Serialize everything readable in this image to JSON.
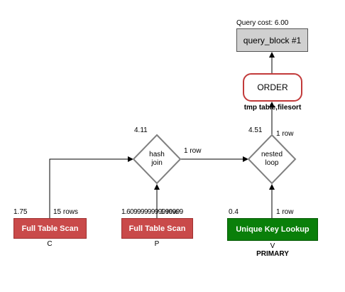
{
  "header": {
    "query_cost": "Query cost: 6.00"
  },
  "query_block": {
    "label": "query_block #1"
  },
  "order": {
    "label": "ORDER",
    "note": "tmp table,filesort"
  },
  "nested_loop": {
    "label_line1": "nested",
    "label_line2": "loop",
    "cost": "4.51",
    "rows_out": "1 row"
  },
  "hash_join": {
    "label_line1": "hash",
    "label_line2": "join",
    "cost": "4.11",
    "rows_out": "1 row"
  },
  "table_c": {
    "label": "Full Table Scan",
    "cost": "1.75",
    "rows": "15 rows",
    "table": "C"
  },
  "table_p": {
    "label": "Full Table Scan",
    "cost": "1.6099999999999999",
    "rows": "1 row",
    "table": "P"
  },
  "table_v": {
    "label": "Unique Key Lookup",
    "cost": "0.4",
    "rows": "1 row",
    "table": "V",
    "key": "PRIMARY"
  },
  "colors": {
    "scan": "#c94a4a",
    "lookup": "#0a7f0a",
    "order_border": "#c23a3a",
    "query_block": "#d0d0d0",
    "diamond": "#808080"
  }
}
